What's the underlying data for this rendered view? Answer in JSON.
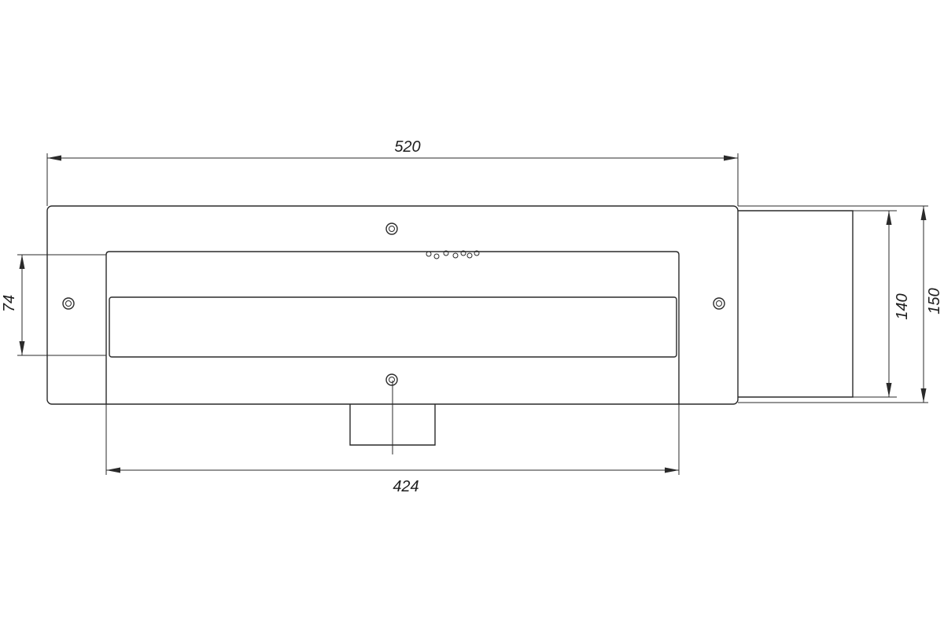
{
  "dimensions": {
    "overall_length": "520",
    "inner_length": "424",
    "slot_height": "74",
    "side_inner_height": "140",
    "side_overall_height": "150"
  },
  "icons": {
    "mounting_hole": "screw-hole-icon",
    "vent_holes": "vent-holes-icon"
  },
  "colors": {
    "line": "#2a2a2a",
    "background": "#ffffff"
  }
}
